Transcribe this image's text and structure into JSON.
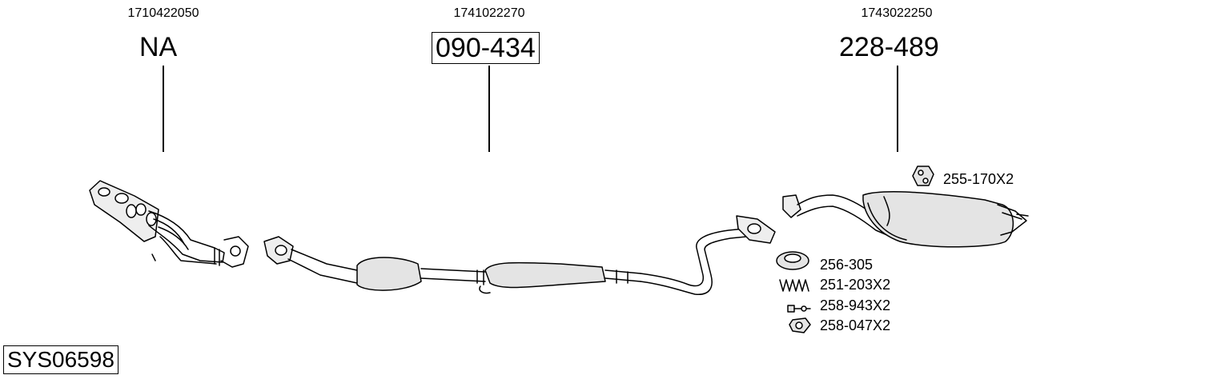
{
  "parts": [
    {
      "oem": "1710422050",
      "ref": "NA",
      "boxed": false
    },
    {
      "oem": "1741022270",
      "ref": "090-434",
      "boxed": true
    },
    {
      "oem": "1743022250",
      "ref": "228-489",
      "boxed": false
    }
  ],
  "accessories": [
    {
      "label": "255-170X2",
      "icon": "rubber-hanger-icon"
    },
    {
      "label": "256-305",
      "icon": "gasket-ring-icon"
    },
    {
      "label": "251-203X2",
      "icon": "spring-icon"
    },
    {
      "label": "258-943X2",
      "icon": "bolt-icon"
    },
    {
      "label": "258-047X2",
      "icon": "nut-icon"
    }
  ],
  "system_code": "SYS06598"
}
